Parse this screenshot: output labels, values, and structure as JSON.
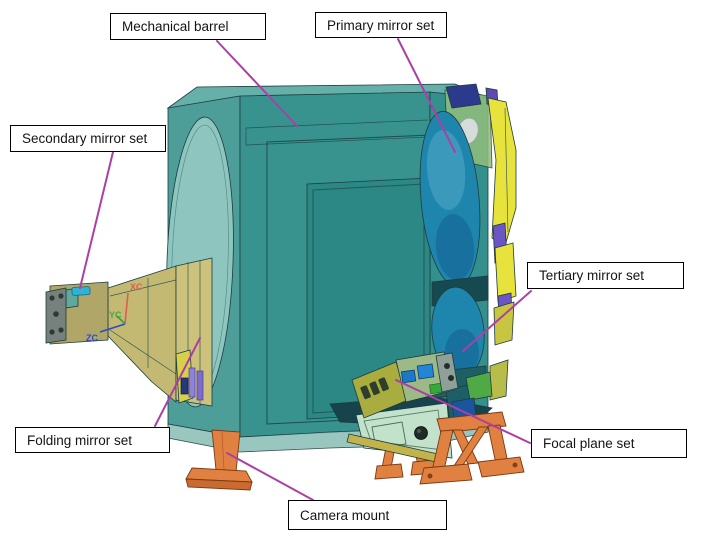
{
  "figure": {
    "labels": {
      "mechanical_barrel": "Mechanical barrel",
      "primary_mirror": "Primary mirror set",
      "secondary_mirror": "Secondary mirror set",
      "tertiary_mirror": "Tertiary mirror set",
      "folding_mirror": "Folding mirror set",
      "focal_plane": "Focal plane set",
      "camera_mount": "Camera mount"
    },
    "axis_triad": {
      "x": "XC",
      "y": "YC",
      "z": "ZC"
    },
    "colors": {
      "leader_line": "#AC3FA6",
      "axis_x": "#E05A5A",
      "axis_y": "#3A9E40",
      "axis_z": "#3448C4",
      "barrel_teal": "#38928E",
      "mirror_blue": "#1E85AD",
      "bracket_yellow": "#E8E33C",
      "mount_orange": "#E08142",
      "truss_tan": "#C4B972",
      "panel_mint": "#C2E2CC",
      "accent_purple": "#6C55C4",
      "secondary_mirror_cyan": "#2FB2D4"
    }
  }
}
